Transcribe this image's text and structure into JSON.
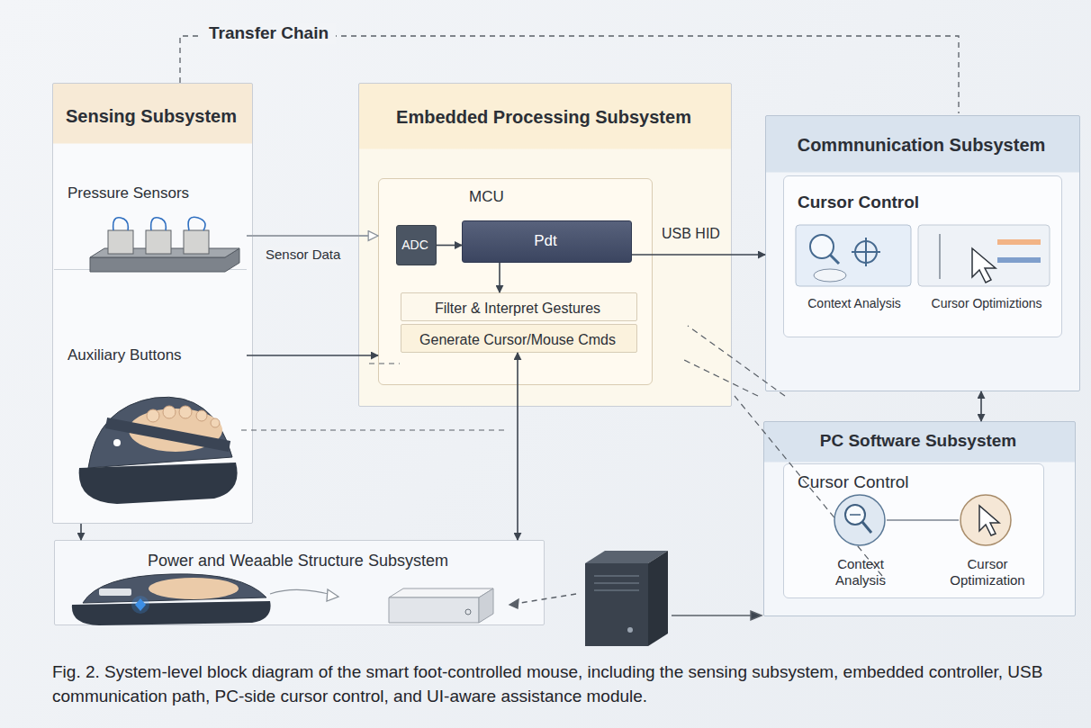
{
  "diagram": {
    "caption": "Fig. 2. System-level block diagram of the smart foot-controlled mouse, including the sensing subsystem, embedded controller, USB communication path, PC-side cursor control, and UI-aware assistance module.",
    "nodes": [
      {
        "text": [
          "Sensing Subsystem"
        ]
      },
      {
        "text": [
          "Pressure Sensors"
        ],
        "in": 0
      },
      {
        "text": [
          "Auxiliary Buttons"
        ],
        "in": 0
      },
      {
        "text": [
          "Embedded Processing Subsystem"
        ]
      },
      {
        "text": [
          "MCU"
        ],
        "in": 3
      },
      {
        "text": [
          "ADC"
        ],
        "in": 4
      },
      {
        "text": [
          "Pdt"
        ],
        "in": 4
      },
      {
        "text": [
          "Filter & Interpret Gestures"
        ],
        "in": 4
      },
      {
        "text": [
          "Generate Cursor/Mouse Cmds"
        ],
        "in": 4
      },
      {
        "text": [
          "Commnunication Subsystem"
        ]
      },
      {
        "text": [
          "Cursor Control",
          "Context Analysis",
          "Cursor Optimiztions"
        ],
        "in": 9
      },
      {
        "text": [
          "PC Software Subsystem"
        ]
      },
      {
        "text": [
          "Cursor Control",
          "Context Analysis",
          "Cursor Optimization"
        ],
        "in": 11
      },
      {
        "text": [
          "Power and Weaable Structure Subsystem"
        ]
      }
    ],
    "edges": [
      {
        "from": 1,
        "to": 4,
        "label": "Sensor Data",
        "arrow": "to"
      },
      {
        "from": 5,
        "to": 6,
        "arrow": "to"
      },
      {
        "from": 6,
        "to": 7,
        "arrow": "to"
      },
      {
        "from": 6,
        "to": 9,
        "label": "USB HID",
        "arrow": "to"
      },
      {
        "from": 9,
        "to": 11,
        "arrow": "both"
      },
      {
        "from": 0,
        "to": 13,
        "arrow": "to"
      },
      {
        "from": 8,
        "to": 13,
        "arrow": "both"
      },
      {
        "from": 2,
        "to": 4,
        "arrow": "to"
      }
    ],
    "labels": [
      "Transfer Chain"
    ]
  }
}
